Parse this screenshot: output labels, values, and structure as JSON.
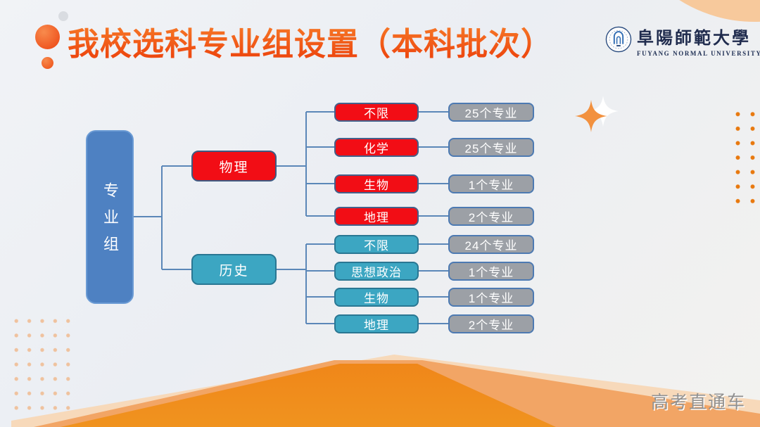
{
  "slide": {
    "title": "我校选科专业组设置（本科批次）",
    "watermark": "高考直通车"
  },
  "logo": {
    "name_cn": "阜陽師範大學",
    "name_en": "FUYANG NORMAL UNIVERSITY"
  },
  "diagram": {
    "root": {
      "label": "专业组"
    },
    "branches": [
      {
        "label": "物理",
        "color": "#f20d15",
        "items": [
          {
            "subject": "不限",
            "majors": "25个专业"
          },
          {
            "subject": "化学",
            "majors": "25个专业"
          },
          {
            "subject": "生物",
            "majors": "1个专业"
          },
          {
            "subject": "地理",
            "majors": "2个专业"
          }
        ]
      },
      {
        "label": "历史",
        "color": "#3ca6c2",
        "items": [
          {
            "subject": "不限",
            "majors": "24个专业"
          },
          {
            "subject": "思想政治",
            "majors": "1个专业"
          },
          {
            "subject": "生物",
            "majors": "1个专业"
          },
          {
            "subject": "地理",
            "majors": "2个专业"
          }
        ]
      }
    ]
  },
  "colors": {
    "title_accent": "#f05a17",
    "root_blue": "#4e81c2",
    "physics_red": "#f20d15",
    "history_teal": "#3ca6c2",
    "count_gray": "#9ca0a6",
    "connector_blue": "#5b87b8",
    "deco_peach": "#f7c99c",
    "deco_orange_dark": "#e74106"
  },
  "icons": {
    "bullet": "orange-dot-icon",
    "sparkle": "sparkle-icon",
    "seal": "university-seal-icon"
  }
}
